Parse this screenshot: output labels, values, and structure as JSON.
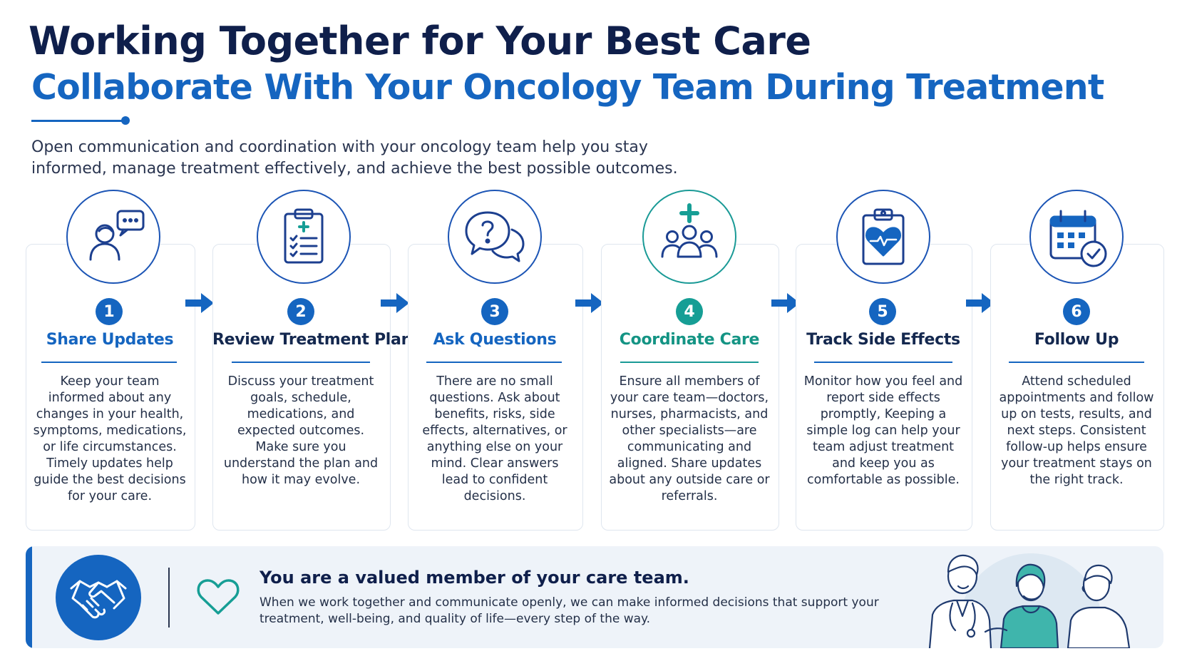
{
  "header": {
    "title": "Working Together for Your Best Care",
    "subtitle": "Collaborate With Your Oncology Team During Treatment",
    "intro": "Open communication and coordination with your oncology team help you stay informed, manage treatment effectively, and achieve the best possible outcomes."
  },
  "steps": [
    {
      "number": "1",
      "title": "Share Updates",
      "icon": "person-chat-icon",
      "description": "Keep your team informed about any changes in your health, symptoms, medications, or life circumstances. Timely updates help guide the best decisions for your care."
    },
    {
      "number": "2",
      "title": "Review Treatment Plan",
      "icon": "clipboard-checklist-icon",
      "description": "Discuss your treatment goals, schedule, medications, and expected outcomes. Make sure you understand the plan and how it may evolve."
    },
    {
      "number": "3",
      "title": "Ask Questions",
      "icon": "question-bubbles-icon",
      "description": "There are no small questions. Ask about benefits, risks, side effects, alternatives, or anything else on your mind. Clear answers lead to confident decisions."
    },
    {
      "number": "4",
      "title": "Coordinate Care",
      "icon": "care-team-icon",
      "description": "Ensure all members of your care team—doctors, nurses, pharmacists, and other specialists—are communicating and aligned. Share updates about any outside care or referrals."
    },
    {
      "number": "5",
      "title": "Track Side Effects",
      "icon": "heart-clipboard-icon",
      "description": "Monitor how you feel and report side effects promptly, Keeping a simple log can help your team adjust treatment and keep you as comfortable as possible."
    },
    {
      "number": "6",
      "title": "Follow Up",
      "icon": "calendar-check-icon",
      "description": "Attend scheduled appointments and follow up on tests, results, and next steps. Consistent follow-up helps ensure your treatment stays on the right track."
    }
  ],
  "footer": {
    "heading": "You are a valued member of your care team.",
    "text": "When we work together and communicate openly, we can make informed decisions that support your treatment, well-being, and quality of life—every step of the way."
  },
  "colors": {
    "navy": "#0f1f4b",
    "primary_blue": "#1565c0",
    "teal": "#169e95",
    "footer_bg": "#eef3f9",
    "card_border": "#dfe6ef"
  }
}
